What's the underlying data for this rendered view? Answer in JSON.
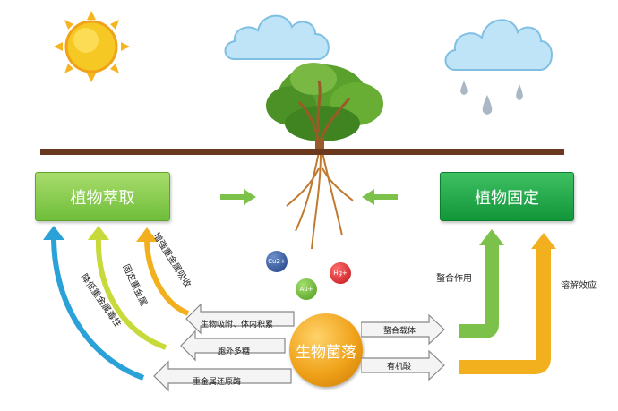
{
  "boxes": {
    "extract": "植物萃取",
    "fix": "植物固定"
  },
  "center": {
    "label": "生物菌落"
  },
  "ions": {
    "cu": "Cu2+",
    "au": "Au+",
    "hg": "Hg+"
  },
  "left_curves": {
    "c1": "降低重金属毒性",
    "c2": "固定重金属",
    "c3": "增强重金属吸收"
  },
  "left_arrows": {
    "a1": "生物吸附、体内积累",
    "a2": "胞外多糖",
    "a3": "重金属还原酶"
  },
  "right_arrows": {
    "a1": "螯合载体",
    "a2": "有机酸"
  },
  "right_curves": {
    "c1": "螯合作用",
    "c2": "溶解效应"
  },
  "colors": {
    "soil": "#6b3a1e",
    "green_arrow": "#7cc24a",
    "orange": "#f2b01e",
    "blue_curve": "#2aa2d8"
  }
}
